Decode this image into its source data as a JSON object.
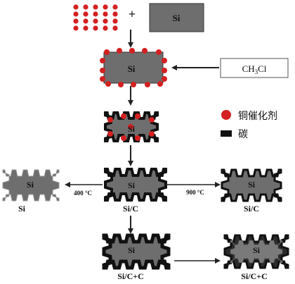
{
  "labels": {
    "plus": "+",
    "si_initial": "Si",
    "si_copper": "Si",
    "ch3cl": "CH3Cl",
    "si_etched": "Si",
    "si_center": "Si",
    "si_left": "Si",
    "si_right": "Si",
    "si_bottom": "Si",
    "si_bottom_right": "Si",
    "temp_left": "400 °C",
    "temp_right": "900 °C",
    "caption_left": "Si",
    "caption_center": "Si/C",
    "caption_right": "Si/C",
    "caption_bottom": "Si/C+C",
    "caption_bottom_right": "Si/C+C"
  },
  "legend": [
    {
      "label": "铜催化剂",
      "color": "#d42020",
      "shape": "circle"
    },
    {
      "label": "碳",
      "color": "#111111",
      "shape": "rect"
    }
  ],
  "colors": {
    "silicon": "#6e6e6e",
    "carbon": "#111111",
    "copper": "#d42020",
    "arrow": "#222222"
  }
}
